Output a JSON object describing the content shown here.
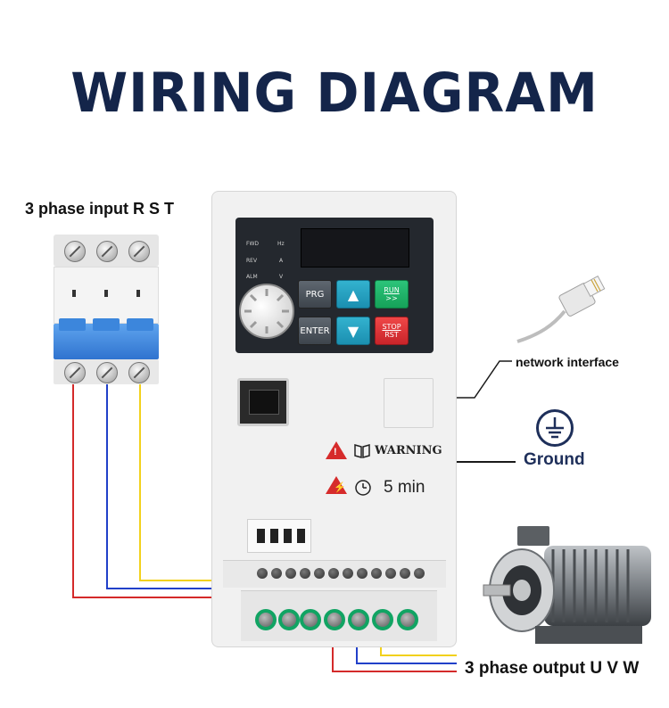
{
  "title": "WIRING DIAGRAM",
  "labels": {
    "input": "3 phase input R S T",
    "network": "network interface",
    "ground": "Ground",
    "output": "3 phase output U V W"
  },
  "keypad": {
    "prg": "PRG",
    "enter": "ENTER",
    "run": "RUN",
    "run_sub": ">>",
    "stop": "STOP",
    "stop_sub": "RST",
    "up": "▲",
    "down": "▼"
  },
  "indicators": {
    "fwd": "FWD",
    "rev": "REV",
    "alm": "ALM",
    "hz": "Hz",
    "a": "A",
    "v": "V"
  },
  "warning": {
    "text": "WARNING",
    "timer": "5 min"
  },
  "wire_colors": {
    "red": "#d42a2a",
    "blue": "#2140c9",
    "yellow": "#f2d11c",
    "black": "#1a1a1a"
  }
}
